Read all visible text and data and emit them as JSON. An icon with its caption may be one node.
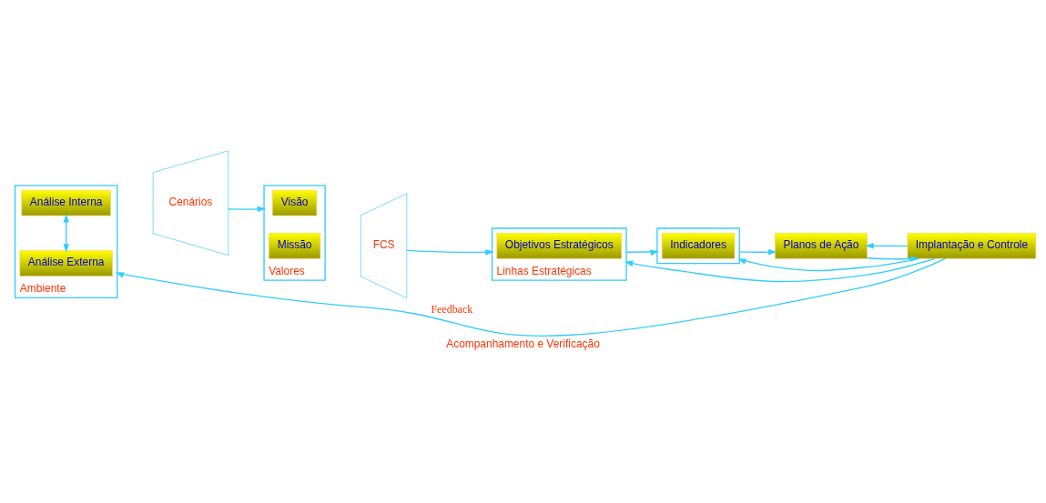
{
  "diagram": {
    "caption": "Acompanhamento e Verificação",
    "nodes": [
      {
        "text": [
          "Ambiente"
        ]
      },
      {
        "text": [
          "Análise Externa"
        ],
        "in": 0
      },
      {
        "text": [
          "Análise Interna"
        ],
        "in": 0
      },
      {
        "text": [
          "Cenários"
        ]
      },
      {
        "text": [
          "Valores"
        ]
      },
      {
        "text": [
          "Visão"
        ],
        "in": 4
      },
      {
        "text": [
          "Missão"
        ],
        "in": 4
      },
      {
        "text": [
          "FCS"
        ]
      },
      {
        "text": [
          "Linhas Estratégicas"
        ]
      },
      {
        "text": [
          "Objetivos Estratégicos"
        ],
        "in": 8
      },
      {
        "text": [],
        "shape": "box"
      },
      {
        "text": [
          "Indicadores"
        ],
        "in": 10
      },
      {
        "text": [
          "Planos de Ação"
        ]
      },
      {
        "text": [
          "Implantação e Controle"
        ]
      }
    ],
    "edges": [
      {
        "from": 1,
        "to": 2,
        "arrow": "both"
      },
      {
        "from": 3,
        "to": 4,
        "arrow": "to"
      },
      {
        "from": 7,
        "to": 8,
        "arrow": "to"
      },
      {
        "from": 8,
        "to": 10,
        "arrow": "to"
      },
      {
        "from": 10,
        "to": 12,
        "arrow": "to"
      },
      {
        "from": 12,
        "to": 13,
        "arrow": "to"
      },
      {
        "from": 13,
        "to": 0,
        "arrow": "to",
        "label": "Feedback"
      },
      {
        "from": 13,
        "to": 8,
        "arrow": "to"
      },
      {
        "from": 13,
        "to": 10,
        "arrow": "to"
      },
      {
        "from": 13,
        "to": 12,
        "arrow": "to"
      }
    ]
  }
}
